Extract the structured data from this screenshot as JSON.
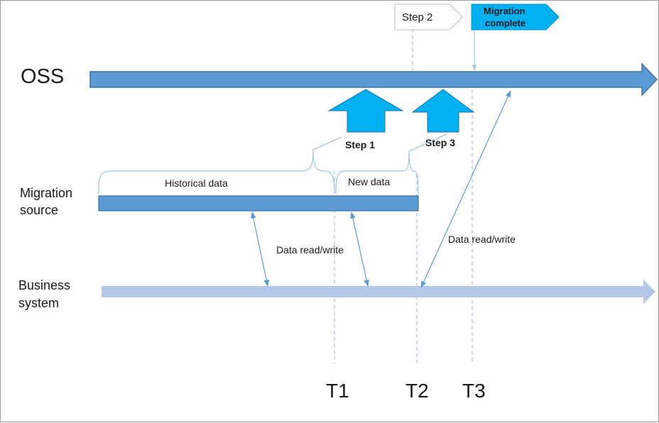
{
  "lanes": {
    "oss": "OSS",
    "migration_source_line1": "Migration",
    "migration_source_line2": "source",
    "business_line1": "Business",
    "business_line2": "system"
  },
  "steps": {
    "step1": "Step 1",
    "step2": "Step 2",
    "step3": "Step 3",
    "complete_line1": "Migration",
    "complete_line2": "complete"
  },
  "segments": {
    "historical": "Historical data",
    "new": "New data"
  },
  "annotations": {
    "rw_left": "Data read/write",
    "rw_right": "Data read/write"
  },
  "time_markers": [
    "T1",
    "T2",
    "T3"
  ],
  "colors": {
    "oss_arrow": "#5b9bd5",
    "oss_arrow_border": "#41719c",
    "source_bar": "#5b9bd5",
    "business_arrow": "#b4c7e7",
    "step_arrow": "#00b0f0",
    "connector": "#5b9bd5",
    "dashed": "#8eb4e3"
  }
}
